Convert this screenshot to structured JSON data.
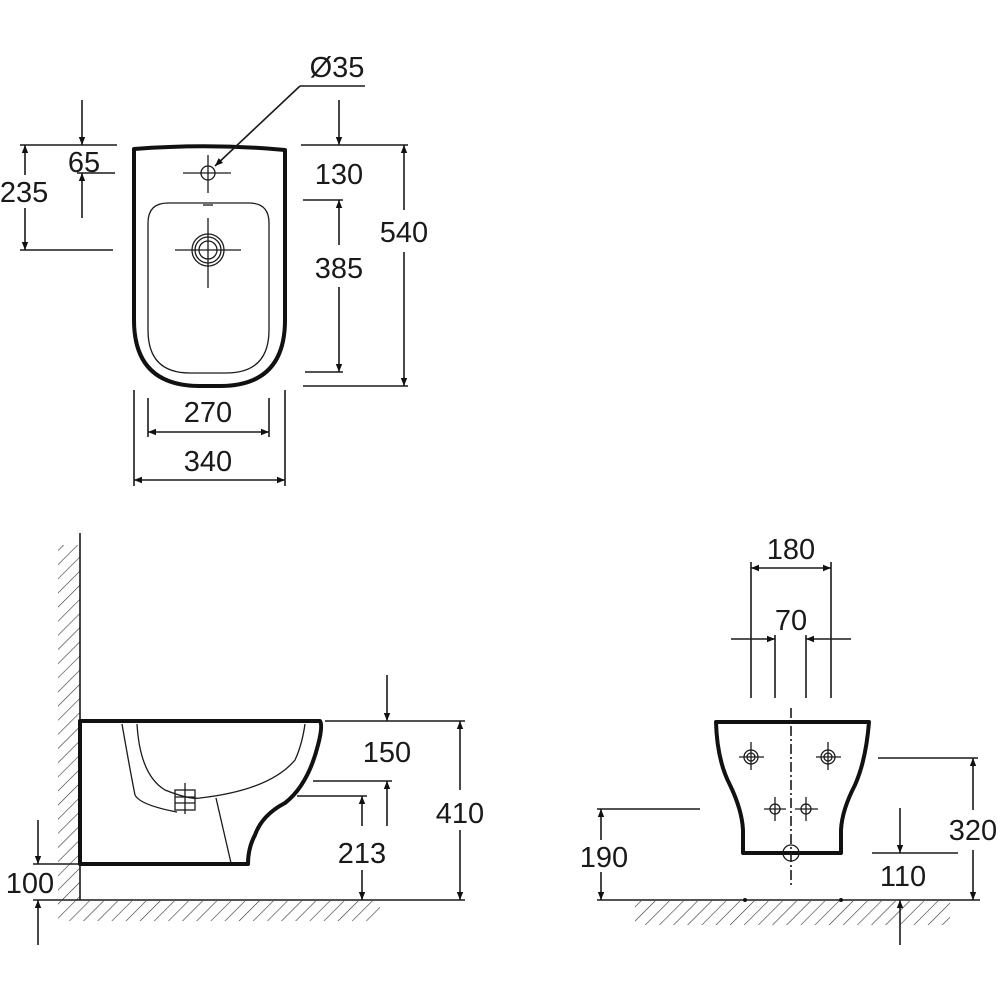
{
  "top_view": {
    "tap_hole_diameter": "Ø35",
    "tap_hole_offset": "65",
    "drain_offset": "235",
    "rim_to_bowl": "130",
    "bowl_length": "385",
    "overall_length": "540",
    "bowl_width": "270",
    "overall_width": "340"
  },
  "side_view": {
    "top_depth": "150",
    "outlet_height": "213",
    "overall_height": "410",
    "floor_clearance": "100"
  },
  "front_view": {
    "bolt_spacing_outer": "180",
    "bolt_spacing_inner": "70",
    "inlet_height": "190",
    "upper_bolt_height": "320",
    "outlet_height": "110"
  },
  "colors": {
    "line": "#111111",
    "background": "#ffffff"
  }
}
